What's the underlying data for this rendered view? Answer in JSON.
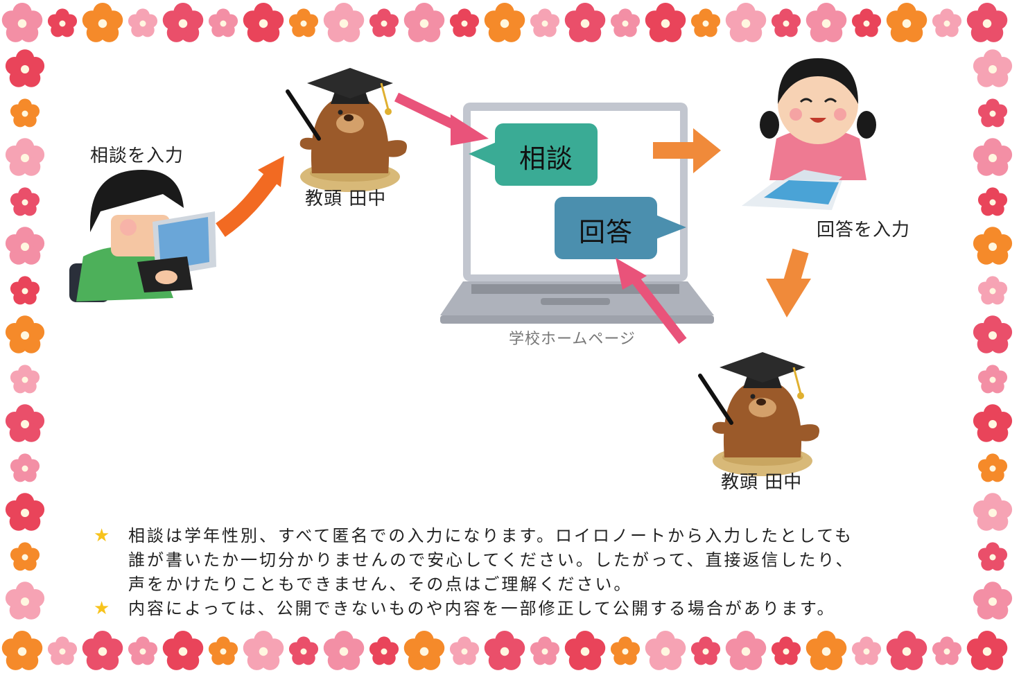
{
  "labels": {
    "student_input": "相談を入力",
    "teacher_top": "教頭 田中",
    "consult_bubble": "相談",
    "answer_bubble": "回答",
    "homepage": "学校ホームページ",
    "girl_input": "回答を入力",
    "teacher_bottom": "教頭 田中"
  },
  "notes": [
    {
      "star": "★",
      "lines": [
        "相談は学年性別、すべて匿名での入力になります。ロイロノートから入力したとしても",
        "誰が書いたか一切分かりませんので安心してください。したがって、直接返信したり、",
        "声をかけたりこともできません、その点はご理解ください。"
      ]
    },
    {
      "star": "★",
      "lines": [
        "内容によっては、公開できないものや内容を一部修正して公開する場合があります。"
      ]
    }
  ],
  "icons": {
    "border": "flower-border-icon",
    "student": "student-with-tablet-icon",
    "mole": "mole-teacher-icon",
    "laptop": "laptop-icon",
    "girl": "girl-with-tablet-icon"
  },
  "colors": {
    "orange_arrow": "#f26a22",
    "pink_arrow": "#e9537a",
    "bubble_consult": "#3aab95",
    "bubble_answer": "#4b8fae",
    "star": "#f7c31c"
  }
}
